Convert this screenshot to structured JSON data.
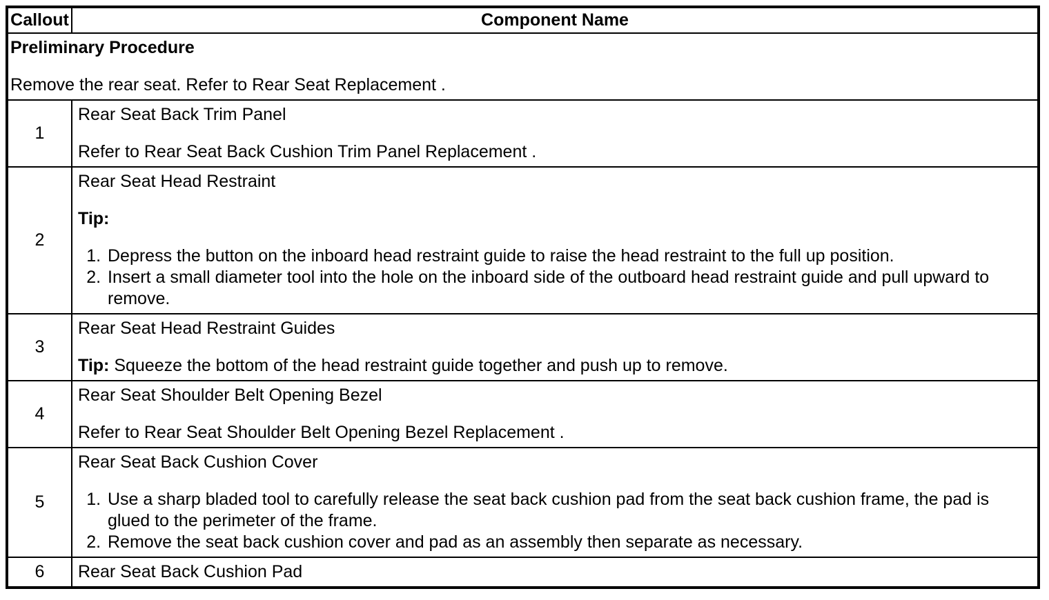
{
  "colors": {
    "border": "#000000",
    "background": "#ffffff",
    "text": "#000000"
  },
  "table": {
    "header": {
      "callout": "Callout",
      "component": "Component Name"
    },
    "preliminary": {
      "title": "Preliminary Procedure",
      "text": "Remove the rear seat. Refer to Rear Seat Replacement ."
    },
    "rows": [
      {
        "callout": "1",
        "title": "Rear Seat Back Trim Panel",
        "paragraphs": [
          "Refer to Rear Seat Back Cushion Trim Panel Replacement ."
        ]
      },
      {
        "callout": "2",
        "title": "Rear Seat Head Restraint",
        "tip_label": "Tip:",
        "tip_text": "",
        "steps": [
          "Depress the button on the inboard head restraint guide to raise the head restraint to the full up position.",
          "Insert a small diameter tool into the hole on the inboard side of the outboard head restraint guide and pull upward to remove."
        ]
      },
      {
        "callout": "3",
        "title": "Rear Seat Head Restraint Guides",
        "tip_label": "Tip:",
        "tip_text": " Squeeze the bottom of the head restraint guide together and push up to remove."
      },
      {
        "callout": "4",
        "title": "Rear Seat Shoulder Belt Opening Bezel",
        "paragraphs": [
          "Refer to Rear Seat Shoulder Belt Opening Bezel Replacement ."
        ]
      },
      {
        "callout": "5",
        "title": "Rear Seat Back Cushion Cover",
        "steps": [
          "Use a sharp bladed tool to carefully release the seat back cushion pad from the seat back cushion frame, the pad is glued to the perimeter of the frame.",
          "Remove the seat back cushion cover and pad as an assembly then separate as necessary."
        ]
      },
      {
        "callout": "6",
        "title": "Rear Seat Back Cushion Pad"
      }
    ]
  }
}
